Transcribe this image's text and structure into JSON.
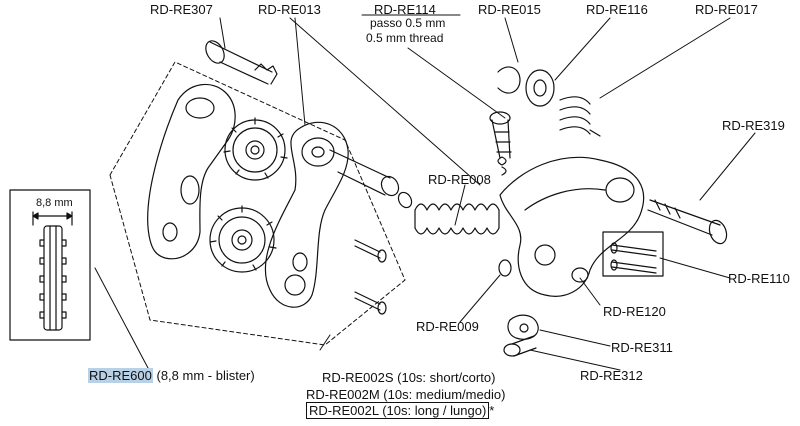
{
  "labels": {
    "re307": "RD-RE307",
    "re013": "RD-RE013",
    "re114": "RD-RE114",
    "re114_note1": "passo 0.5 mm",
    "re114_note2": "0.5 mm thread",
    "re015": "RD-RE015",
    "re116": "RD-RE116",
    "re017": "RD-RE017",
    "re319": "RD-RE319",
    "re008": "RD-RE008",
    "re110": "RD-RE110",
    "re120": "RD-RE120",
    "re009": "RD-RE009",
    "re311": "RD-RE311",
    "re312": "RD-RE312",
    "re600_code": "RD-RE600",
    "re600_note": "(8,8 mm - blister)",
    "re002s": "RD-RE002S (10s: short/corto)",
    "re002m": "RD-RE002M (10s: medium/medio)",
    "re002l": "RD-RE002L (10s: long / lungo)",
    "asterisk": "*",
    "dimension": "8,8 mm"
  },
  "colors": {
    "line": "#111111",
    "highlight": "#b9d1e6",
    "background": "#ffffff"
  }
}
